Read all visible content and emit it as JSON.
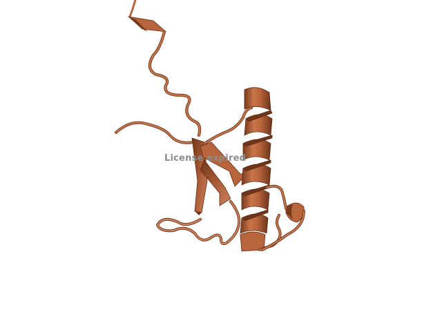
{
  "viewer": {
    "watermark_text": "License expired",
    "watermark_color": "#8c8c8c"
  },
  "molecule": {
    "representation": "cartoon",
    "colors": {
      "base": "#b8643c",
      "highlight": "#d88a62",
      "shadow": "#6e351a",
      "background": "#ffffff"
    },
    "elements": [
      {
        "kind": "helix"
      },
      {
        "kind": "helix"
      },
      {
        "kind": "sheet-strand"
      },
      {
        "kind": "sheet-strand"
      },
      {
        "kind": "loop"
      },
      {
        "kind": "loop"
      },
      {
        "kind": "loop"
      }
    ]
  }
}
